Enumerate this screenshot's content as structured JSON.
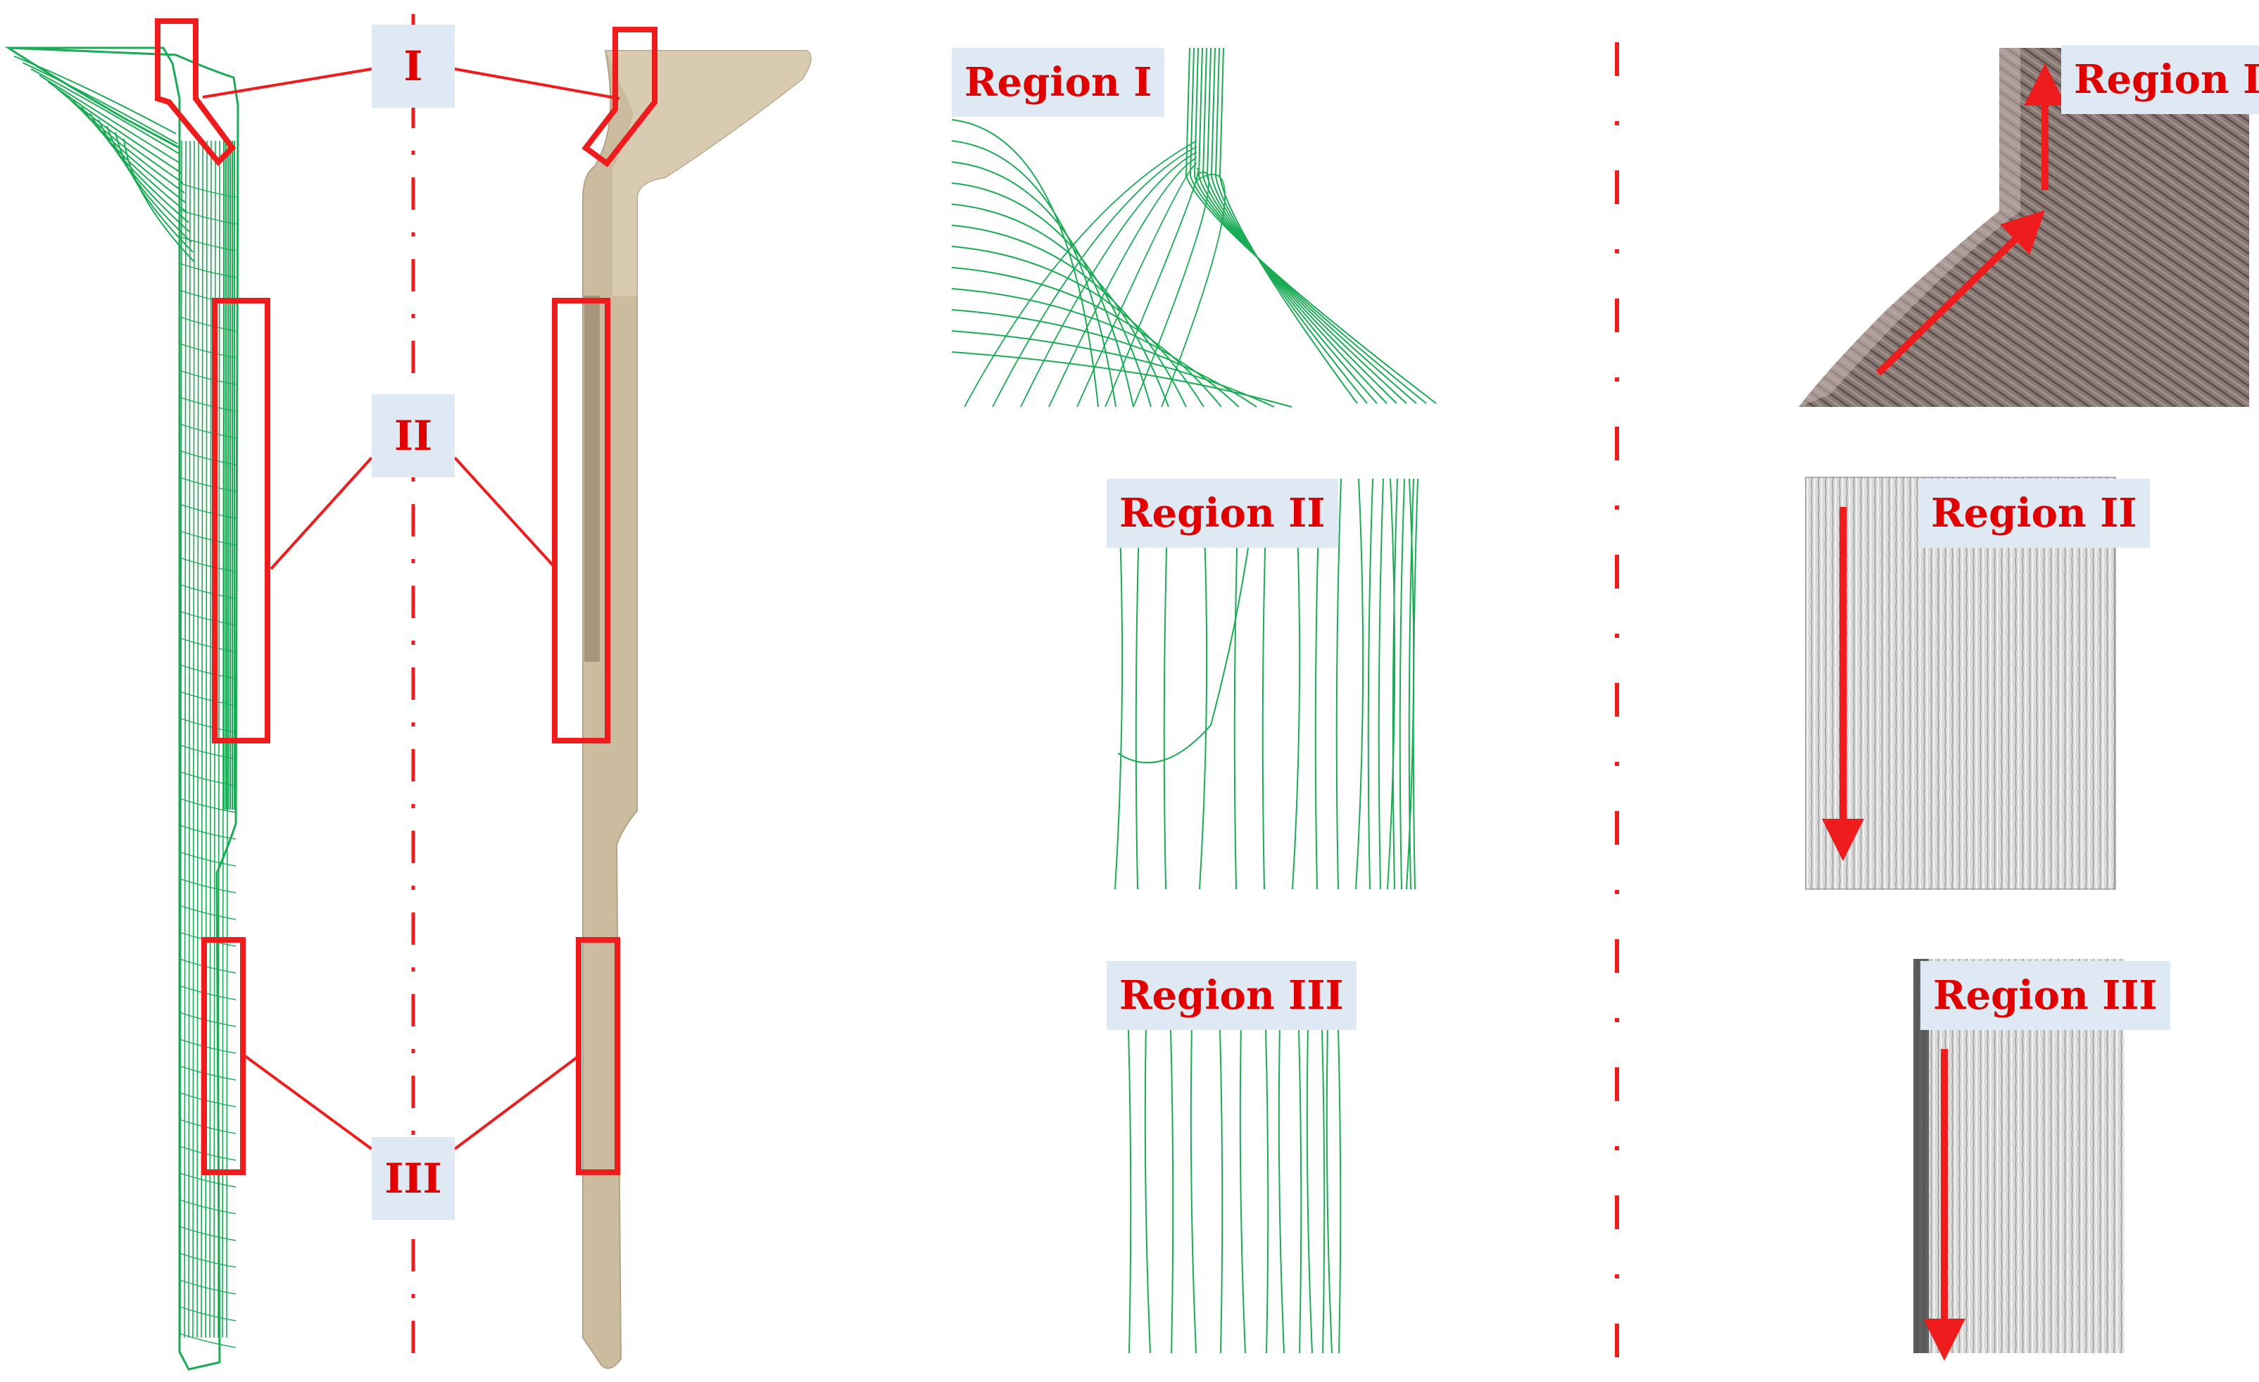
{
  "overview": {
    "labels": [
      "I",
      "II",
      "III"
    ]
  },
  "panels": {
    "simulation": [
      {
        "label": "Region I"
      },
      {
        "label": "Region II"
      },
      {
        "label": "Region III"
      }
    ],
    "micrograph": [
      {
        "label": "Region I"
      },
      {
        "label": "Region II"
      },
      {
        "label": "Region III"
      }
    ]
  },
  "colors": {
    "flowline": "#1aab55",
    "highlight": "#ee1c1c",
    "label_bg": "#dfe9f3",
    "sample": "#c9b89c",
    "micro_dark": "#7a6a66",
    "micro_light": "#d4d4d4"
  }
}
